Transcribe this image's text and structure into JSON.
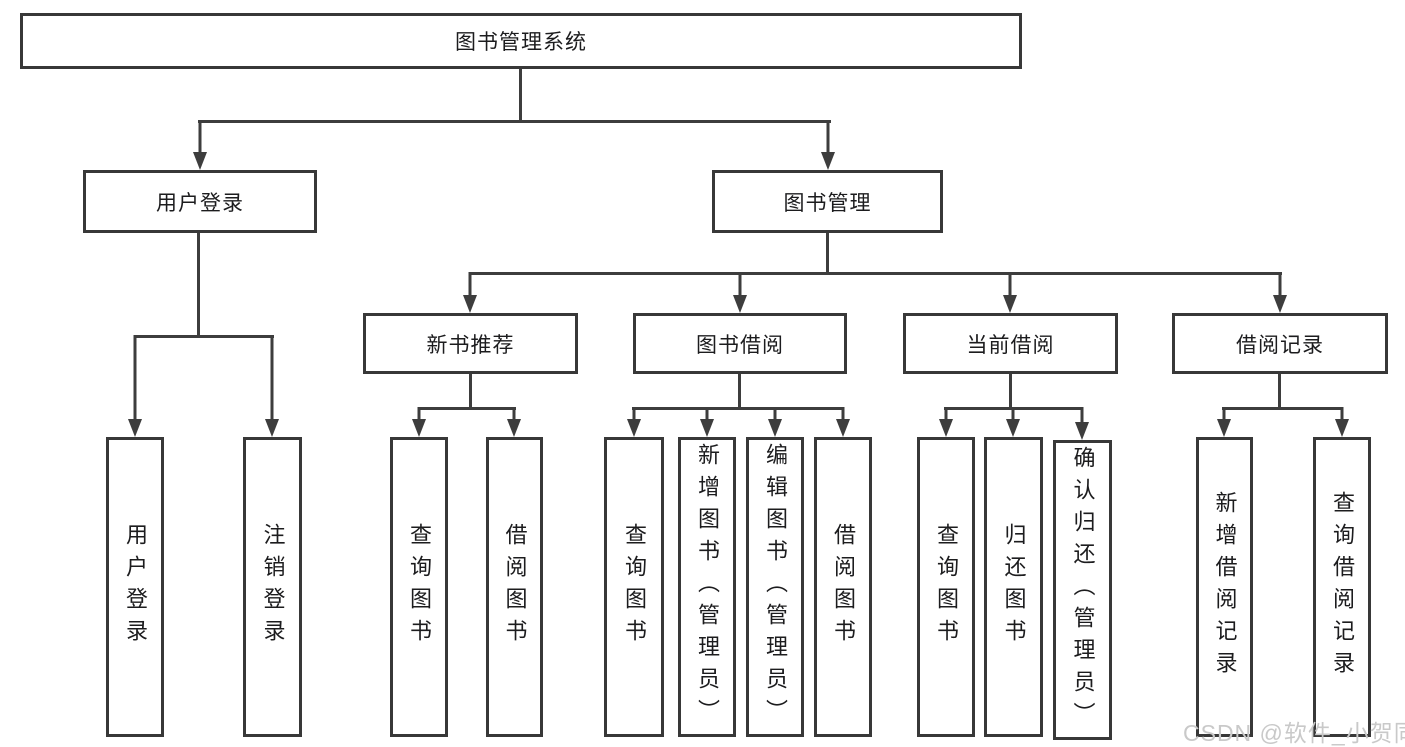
{
  "colors": {
    "line": "#3d3d3d",
    "box_border": "#383838",
    "box_bg": "#ffffff",
    "text": "#1c1c1e",
    "watermark": "#c9c9c9"
  },
  "tree": {
    "root": {
      "label": "图书管理系统"
    },
    "children": [
      {
        "label": "用户登录",
        "children": [
          {
            "label": "用户登录"
          },
          {
            "label": "注销登录"
          }
        ]
      },
      {
        "label": "图书管理",
        "children": [
          {
            "label": "新书推荐",
            "children": [
              {
                "label": "查询图书"
              },
              {
                "label": "借阅图书"
              }
            ]
          },
          {
            "label": "图书借阅",
            "children": [
              {
                "label": "查询图书"
              },
              {
                "label": "新增图书（管理员）"
              },
              {
                "label": "编辑图书（管理员）"
              },
              {
                "label": "借阅图书"
              }
            ]
          },
          {
            "label": "当前借阅",
            "children": [
              {
                "label": "查询图书"
              },
              {
                "label": "归还图书"
              },
              {
                "label": "确认归还（管理员）"
              }
            ]
          },
          {
            "label": "借阅记录",
            "children": [
              {
                "label": "新增借阅记录"
              },
              {
                "label": "查询借阅记录"
              }
            ]
          }
        ]
      }
    ]
  },
  "watermark": {
    "text": "CSDN @软件_小贺同学"
  }
}
